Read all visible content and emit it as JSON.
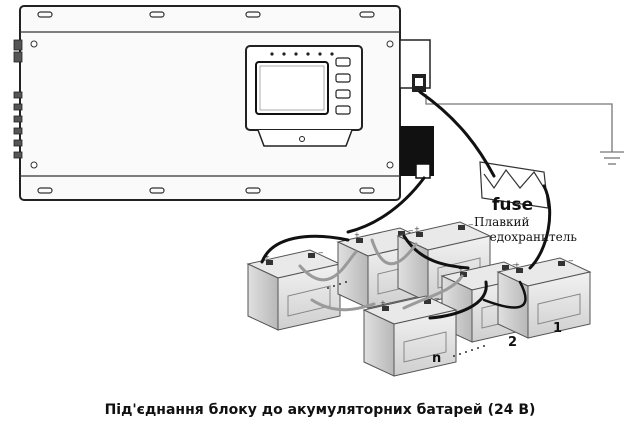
{
  "diagram": {
    "fuse_label": "fuse",
    "fuse_caption_line1": "Плавкий",
    "fuse_caption_line2": "предохранитель",
    "battery_labels": {
      "n": "n",
      "two": "2",
      "one": "1"
    },
    "caption": "Під'єднання блоку до акумуляторних батарей (24 В)"
  }
}
